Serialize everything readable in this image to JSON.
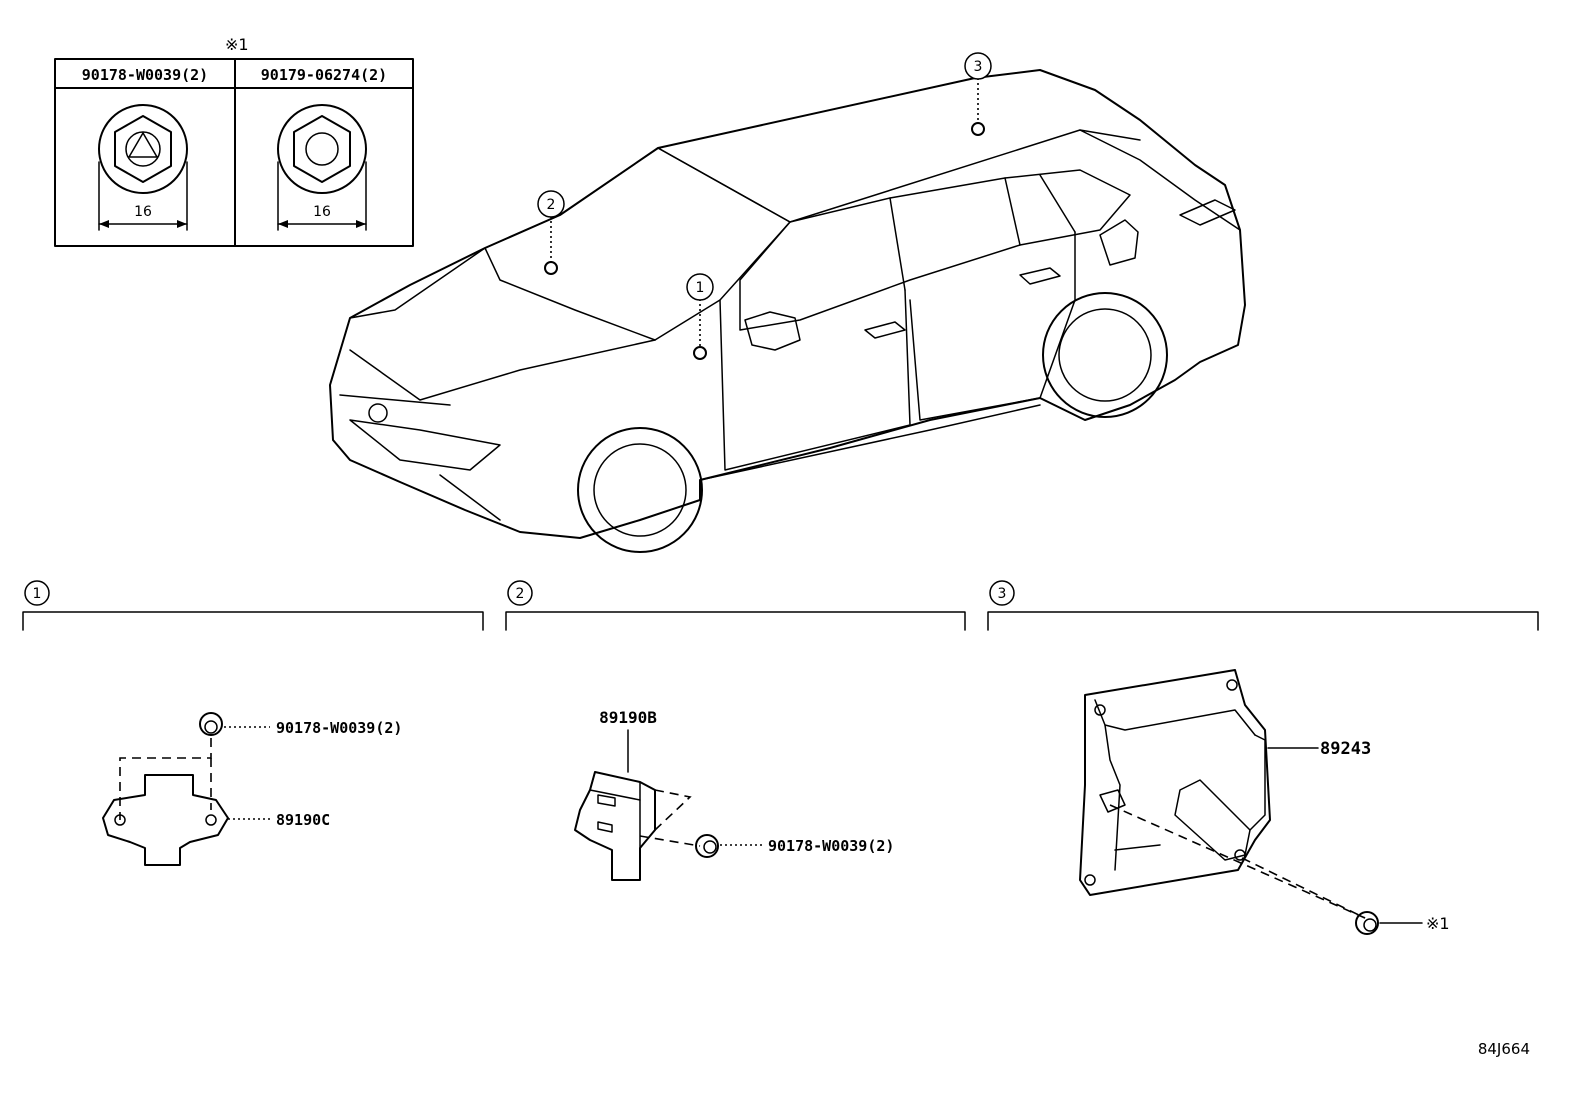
{
  "fastener_table": {
    "note_mark": "※1",
    "columns": [
      {
        "part_no": "90178-W0039(2)",
        "dimension": "16"
      },
      {
        "part_no": "90179-06274(2)",
        "dimension": "16"
      }
    ]
  },
  "callouts": [
    "1",
    "2",
    "3"
  ],
  "sections": [
    {
      "number": "1",
      "parts": [
        {
          "label": "90178-W0039(2)"
        },
        {
          "label": "89190C"
        }
      ]
    },
    {
      "number": "2",
      "parts": [
        {
          "label": "89190B"
        },
        {
          "label": "90178-W0039(2)"
        }
      ]
    },
    {
      "number": "3",
      "parts": [
        {
          "label": "89243"
        },
        {
          "label": "※1"
        }
      ]
    }
  ],
  "diagram_code": "84J664"
}
